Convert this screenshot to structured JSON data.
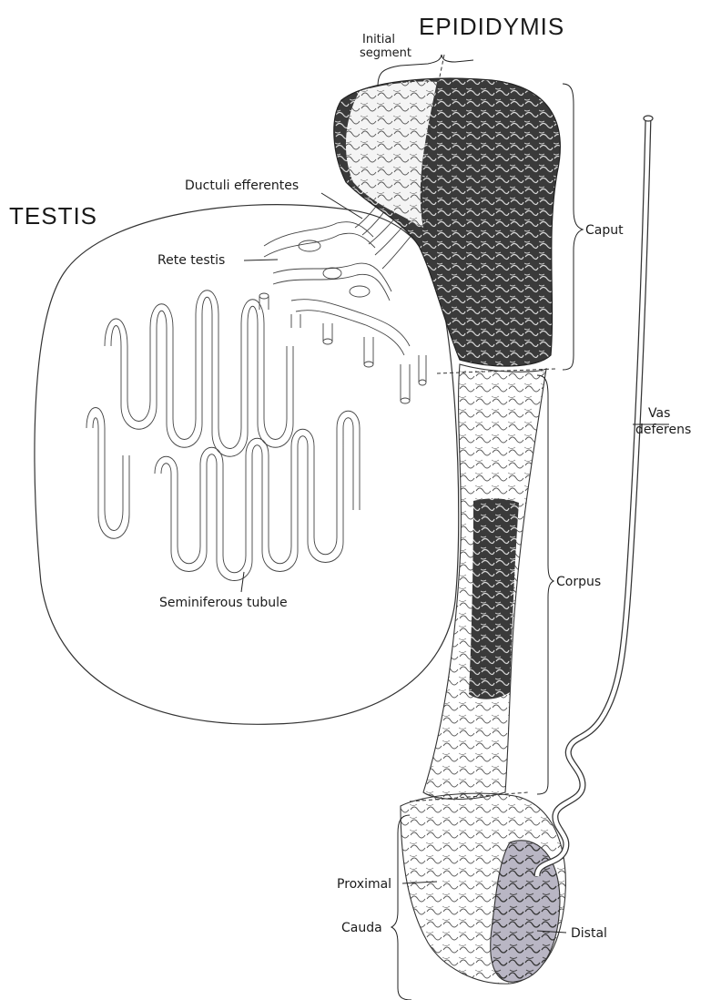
{
  "labels": {
    "epididymis": "EPIDIDYMIS",
    "testis": "TESTIS",
    "initial_segment_line1": "Initial",
    "initial_segment_line2": "segment",
    "ductuli_efferentes": "Ductuli efferentes",
    "rete_testis": "Rete testis",
    "seminiferous_tubule": "Seminiferous tubule",
    "caput": "Caput",
    "corpus": "Corpus",
    "cauda": "Cauda",
    "proximal": "Proximal",
    "distal": "Distal",
    "vas_deferens_line1": "Vas",
    "vas_deferens_line2": "deferens"
  },
  "colors": {
    "ink": "#1a1a1a",
    "dark_tissue": "#3a3a3a",
    "distal_shade": "#b9b6c4"
  }
}
